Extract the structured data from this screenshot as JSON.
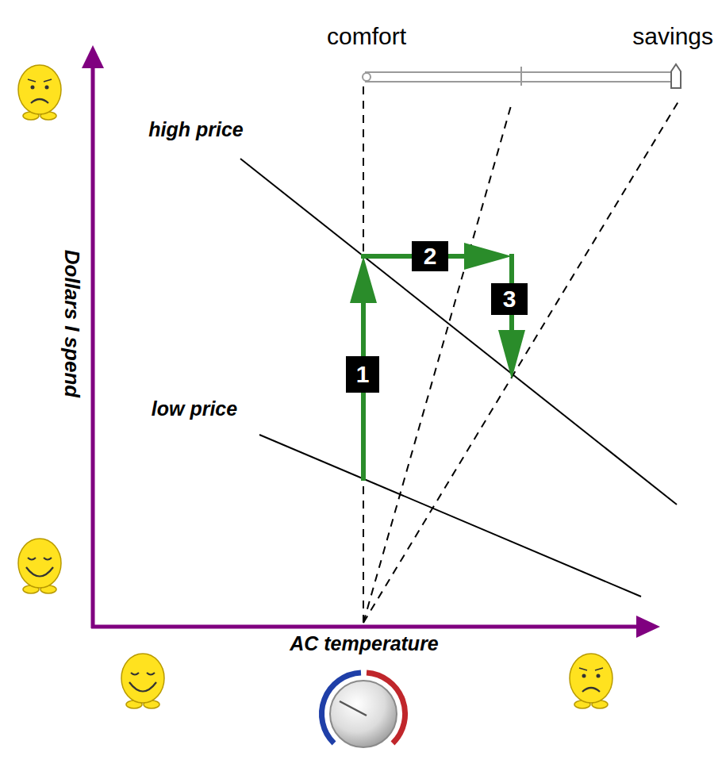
{
  "diagram": {
    "nodes": [
      {
        "text": [
          "1"
        ]
      },
      {
        "text": [
          "2"
        ]
      },
      {
        "text": [
          "3"
        ]
      }
    ],
    "labels": [
      "comfort",
      "savings",
      "high price",
      "low price",
      "Dollars I spend",
      "AC temperature"
    ]
  }
}
